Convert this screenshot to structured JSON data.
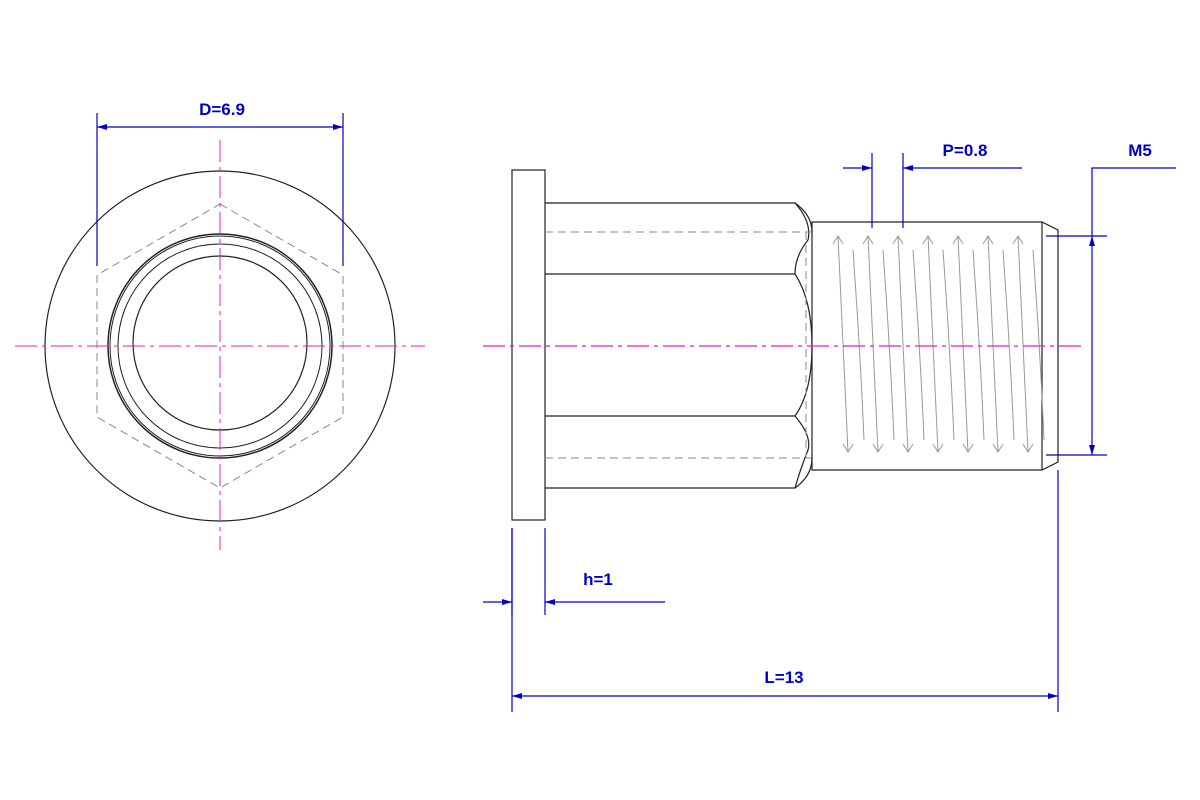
{
  "dimensions": {
    "diameter": "D=6.9",
    "pitch": "P=0.8",
    "thread": "M5",
    "head_height": "h=1",
    "length": "L=13"
  },
  "colors": {
    "outline": "#222222",
    "hidden": "#888888",
    "centerline": "#e020c0",
    "dimension": "#0000cc"
  }
}
